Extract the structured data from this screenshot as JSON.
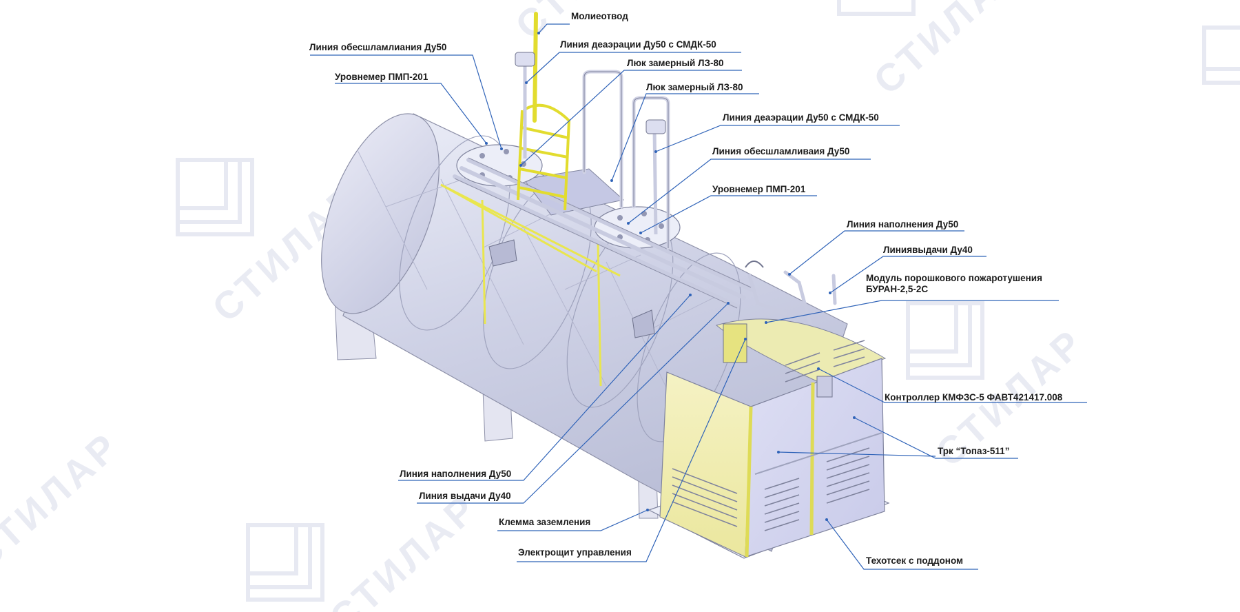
{
  "colors": {
    "leader": "#2f63b8",
    "label": "#1b1b1b",
    "tank": "#cfd2e6",
    "tank_dark": "#a9adc8",
    "tank_light": "#eceef8",
    "accent_yellow": "#e9e64e",
    "cabinet_yellow": "#f2efb4",
    "cabinet_lavender": "#d4d6f1",
    "watermark": "#e7e9f2"
  },
  "watermark": {
    "brand": "СТИЛАР",
    "icon": "stilar-logo-icon"
  },
  "labels": {
    "lightning_rod": "Молиеотвод",
    "sludge_line_top": "Линия обесшламлиания Ду50",
    "deaeration_line_top": "Линия деаэрации Ду50 с СМДК-50",
    "hatch_1": "Люк замерный ЛЗ-80",
    "level_gauge_top": "Уровнемер ПМП-201",
    "hatch_2": "Люк замерный ЛЗ-80",
    "deaeration_line_right": "Линия деаэрации Ду50 с СМДК-50",
    "sludge_line_right": "Линия обесшламливаия Ду50",
    "level_gauge_right": "Уровнемер ПМП-201",
    "fill_line_right": "Линия наполнения Ду50",
    "dispense_line_right": "Линиявыдачи Ду40",
    "fire_module_1": "Модуль порошкового пожаротушения",
    "fire_module_2": "БУРАН-2,5-2С",
    "controller": "Контроллер КМФЗС-5 ФАВТ421417.008",
    "dispenser": "Трк “Топаз-511”",
    "fill_line_left": "Линия наполнения Ду50",
    "dispense_line_left": "Линия выдачи Ду40",
    "ground_terminal": "Клемма заземления",
    "control_panel": "Электрощит управления",
    "tech_compartment": "Техотсек с поддоном"
  }
}
